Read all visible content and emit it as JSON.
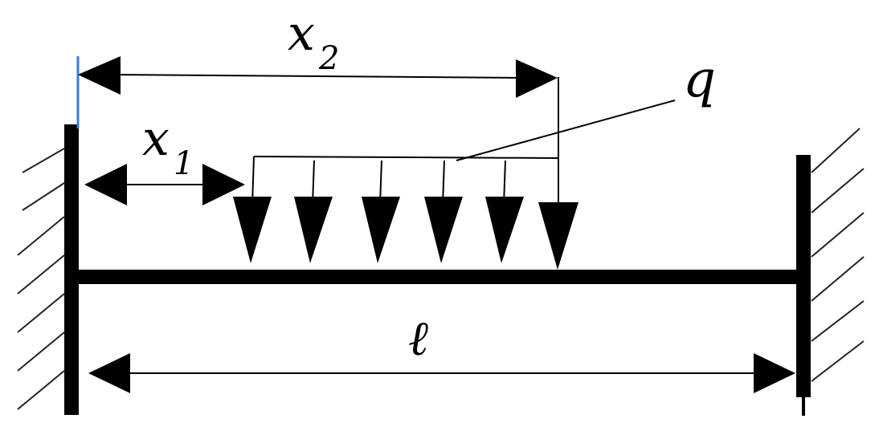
{
  "labels": {
    "x2": {
      "base": "x",
      "sub": "2"
    },
    "x1": {
      "base": "x",
      "sub": "1"
    },
    "q": "q",
    "length": "ℓ"
  },
  "colors": {
    "ink": "#000000",
    "hatch": "#222222",
    "accent": "#3a7bd5",
    "background": "#ffffff"
  },
  "load": {
    "arrow_count": 6
  }
}
